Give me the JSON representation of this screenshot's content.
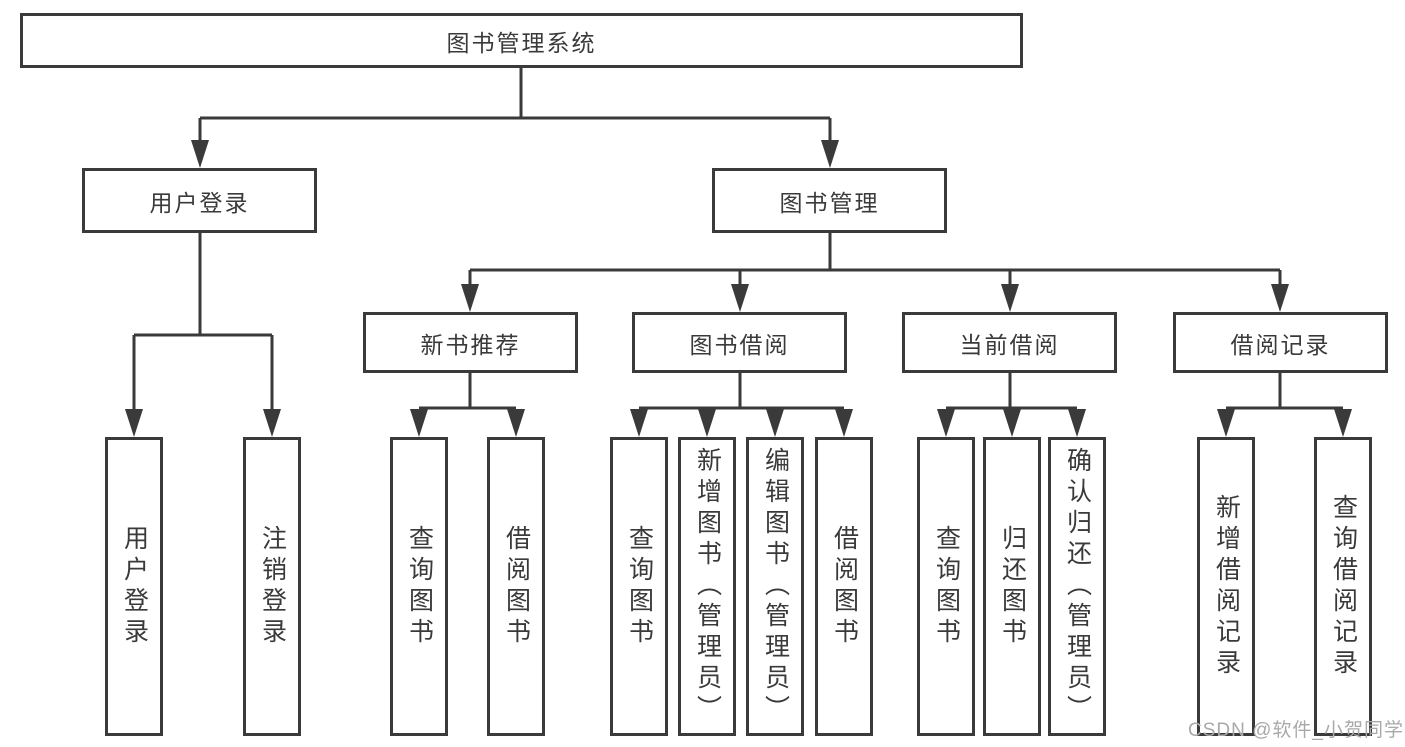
{
  "diagram": {
    "root": {
      "label": "图书管理系统",
      "children": [
        {
          "label": "用户登录",
          "children": [
            {
              "label": "用户登录"
            },
            {
              "label": "注销登录"
            }
          ]
        },
        {
          "label": "图书管理",
          "children": [
            {
              "label": "新书推荐",
              "children": [
                {
                  "label": "查询图书"
                },
                {
                  "label": "借阅图书"
                }
              ]
            },
            {
              "label": "图书借阅",
              "children": [
                {
                  "label": "查询图书"
                },
                {
                  "label": "新增图书（管理员）"
                },
                {
                  "label": "编辑图书（管理员）"
                },
                {
                  "label": "借阅图书"
                }
              ]
            },
            {
              "label": "当前借阅",
              "children": [
                {
                  "label": "查询图书"
                },
                {
                  "label": "归还图书"
                },
                {
                  "label": "确认归还（管理员）"
                }
              ]
            },
            {
              "label": "借阅记录",
              "children": [
                {
                  "label": "新增借阅记录"
                },
                {
                  "label": "查询借阅记录"
                }
              ]
            }
          ]
        }
      ]
    }
  },
  "watermark": {
    "text": "CSDN @软件_小贺同学"
  },
  "colors": {
    "line": "#3a3a3a",
    "text": "#3a3a3a",
    "background": "#ffffff",
    "watermark": "#a9a9a9"
  }
}
